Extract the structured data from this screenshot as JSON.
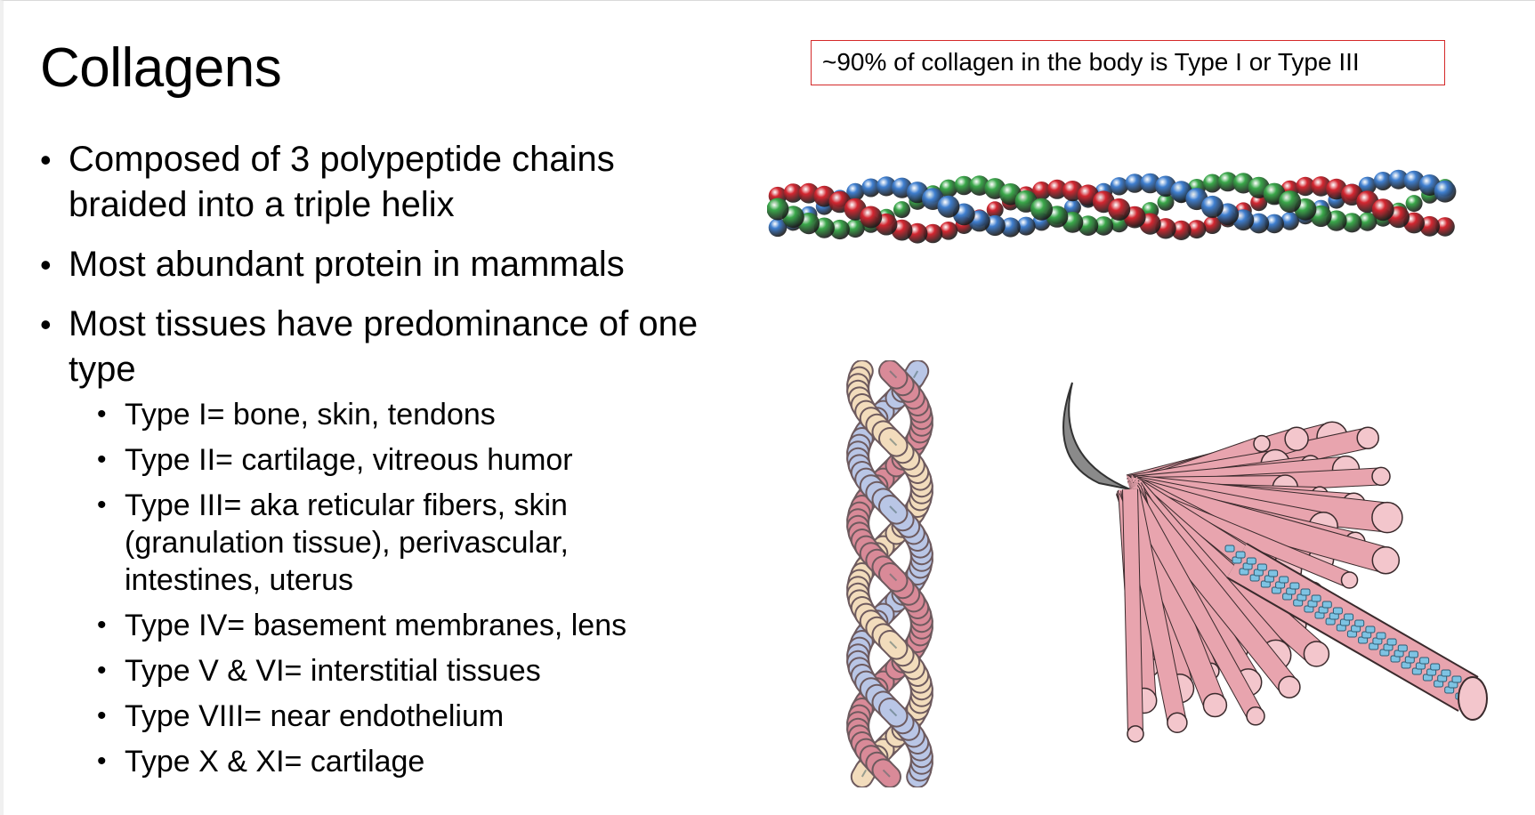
{
  "slide": {
    "title": "Collagens",
    "callout": "~90% of collagen in the body is Type I or Type III",
    "bullets": [
      "Composed of 3 polypeptide chains braided into a triple helix",
      "Most abundant protein in mammals",
      "Most tissues have predominance of one type"
    ],
    "sub_bullets": [
      "Type I= bone, skin, tendons",
      "Type II= cartilage, vitreous humor",
      "Type III= aka reticular fibers, skin (granulation tissue), perivascular, intestines, uterus",
      "Type IV= basement membranes, lens",
      "Type V & VI= interstitial tissues",
      "Type VIII= near endothelium",
      "Type X & XI= cartilage"
    ]
  },
  "colors": {
    "callout_border": "#d42a2a",
    "chain_green": "#3aa84a",
    "chain_blue": "#3f7fd0",
    "chain_red": "#d42630",
    "strand_pink": "#d98a98",
    "strand_blue": "#b9c6e6",
    "strand_cream": "#f2dcbc",
    "fibril_pink": "#e8a4ae",
    "fibril_cyan": "#7ec3e3",
    "cone_grey": "#8a8a8a"
  },
  "icons": [
    "triple-helix-ball-model",
    "braided-strands-illustration",
    "collagen-fiber-bundle-illustration"
  ]
}
